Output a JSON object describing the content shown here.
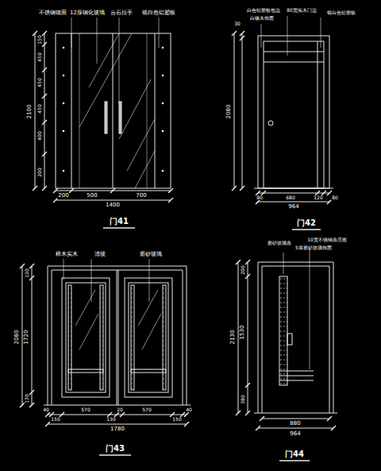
{
  "diagram": {
    "labels": [
      "不锈钢镜面",
      "12厚钢化玻璃",
      "云石拉手",
      "银白色铝塑板",
      "150",
      "450",
      "450",
      "450",
      "400",
      "200",
      "2100",
      "200",
      "500",
      "700",
      "1400",
      "门41",
      "白色铝塑板包边",
      "80宽实木门边",
      "白橡木饰面",
      "银白色铝塑板",
      "30",
      "2080",
      "80",
      "680",
      "120",
      "80",
      "964",
      "门42",
      "榉木实木",
      "清玻",
      "磨砂玻璃",
      "130",
      "1720",
      "170",
      "2080",
      "40",
      "150",
      "570",
      "130",
      "20",
      "570",
      "150",
      "40",
      "1780",
      "门43",
      "磨砂玻璃条",
      "10宽不锈钢条压嵌",
      "5厚磨砂玻璃饰面",
      "200",
      "1530",
      "380",
      "2130",
      "880",
      "964",
      "门44"
    ]
  }
}
